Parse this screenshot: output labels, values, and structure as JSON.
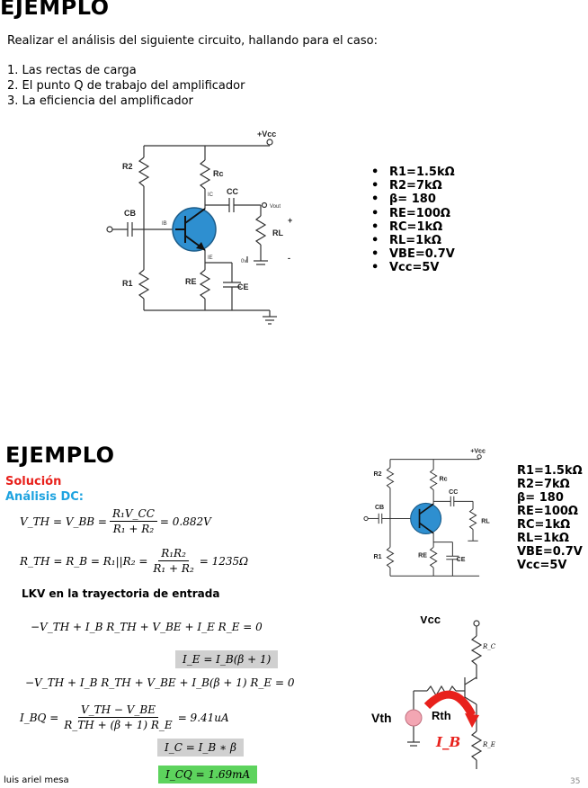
{
  "slide1": {
    "title": "EJEMPLO",
    "intro": "Realizar el análisis del siguiente circuito, hallando para el caso:",
    "items": [
      "1.  Las rectas de carga",
      "2.  El punto Q de trabajo del amplificador",
      "3.  La eficiencia del amplificador"
    ],
    "params": [
      "R1=1.5kΩ",
      "R2=7kΩ",
      "β= 180",
      "RE=100Ω",
      "RC=1kΩ",
      "RL=1kΩ",
      "VBE=0.7V",
      "Vcc=5V"
    ],
    "circuit": {
      "vcc": "+Vcc",
      "r2": "R2",
      "r1": "R1",
      "rc": "Rc",
      "re": "RE",
      "cb": "CB",
      "cc": "CC",
      "ce": "CE",
      "rl": "RL",
      "ic": "IC",
      "ib": "IB",
      "ie": "IE",
      "vout": "Vout",
      "plus": "+",
      "minus": "-",
      "ov": "0v"
    }
  },
  "slide2": {
    "title": "EJEMPLO",
    "solution": "Solución",
    "dc_analysis": "Análisis  DC:",
    "eq_vth_lhs": "V_TH = V_BB =",
    "eq_vth_num": "R₁V_CC",
    "eq_vth_den": "R₁ + R₂",
    "eq_vth_result": "= 0.882V",
    "eq_rth_lhs": "R_TH = R_B = R₁||R₂ =",
    "eq_rth_num": "R₁R₂",
    "eq_rth_den": "R₁ + R₂",
    "eq_rth_result": "= 1235Ω",
    "lkv": "LKV en la trayectoria de entrada",
    "eq_loop1": "−V_TH + I_B R_TH + V_BE + I_E R_E = 0",
    "eq_ie": "I_E = I_B(β + 1)",
    "eq_loop2": "−V_TH + I_B R_TH + V_BE + I_B(β + 1) R_E = 0",
    "eq_ibq_lhs": "I_BQ =",
    "eq_ibq_num": "V_TH − V_BE",
    "eq_ibq_den": "R_TH + (β + 1) R_E",
    "eq_ibq_result": "= 9.41uA",
    "eq_ic": "I_C = I_B ∗ β",
    "eq_icq": "I_CQ = 1.69mA",
    "params": [
      "R1=1.5kΩ",
      "R2=7kΩ",
      "β= 180",
      "RE=100Ω",
      "RC=1kΩ",
      "RL=1kΩ",
      "VBE=0.7V",
      "Vcc=5V"
    ],
    "circuit2": {
      "vcc": "Vcc",
      "vth": "Vth",
      "rth": "Rth",
      "ib": "I_B",
      "rc": "R_C",
      "re": "R_E"
    },
    "author": "luis ariel mesa",
    "page": "35"
  },
  "colors": {
    "solution": "#e8211c",
    "analysis": "#1ea3e0",
    "transistor": "#2e8fd0",
    "source": "#f3a6b3",
    "arrow": "#e8211c",
    "gray_box": "#d0d0d0",
    "green_box": "#5dd35d"
  }
}
